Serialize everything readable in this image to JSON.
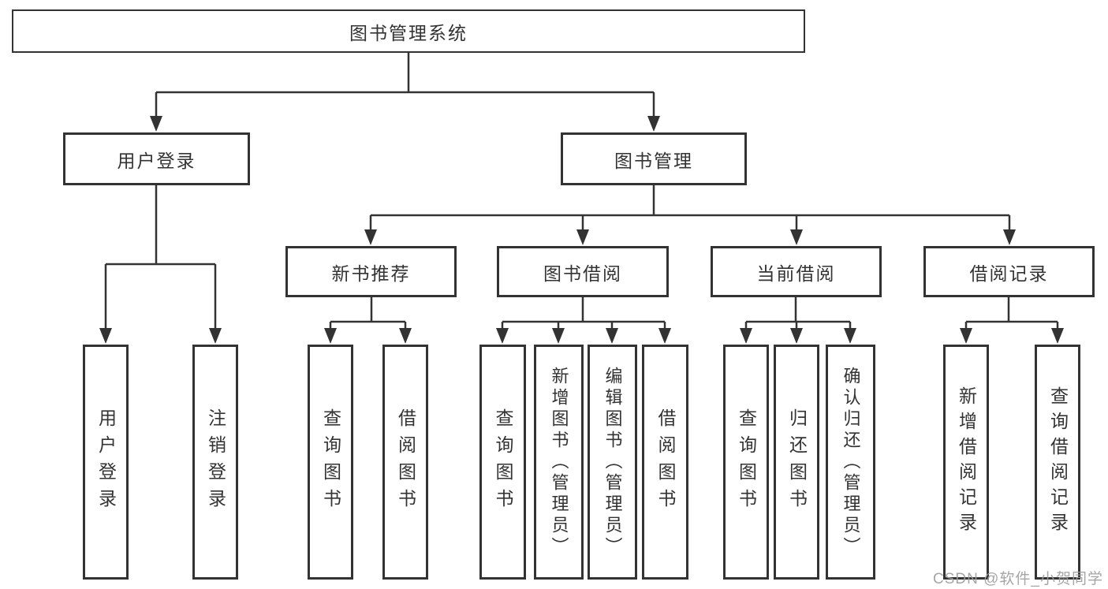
{
  "diagram_title": "图书管理系统",
  "tree": {
    "label": "图书管理系统",
    "children": [
      {
        "label": "用户登录",
        "children": [
          {
            "label": "用户登录"
          },
          {
            "label": "注销登录"
          }
        ]
      },
      {
        "label": "图书管理",
        "children": [
          {
            "label": "新书推荐",
            "children": [
              {
                "label": "查询图书"
              },
              {
                "label": "借阅图书"
              }
            ]
          },
          {
            "label": "图书借阅",
            "children": [
              {
                "label": "查询图书"
              },
              {
                "label": "新增图书（管理员）"
              },
              {
                "label": "编辑图书（管理员）"
              },
              {
                "label": "借阅图书"
              }
            ]
          },
          {
            "label": "当前借阅",
            "children": [
              {
                "label": "查询图书"
              },
              {
                "label": "归还图书"
              },
              {
                "label": "确认归还（管理员）"
              }
            ]
          },
          {
            "label": "借阅记录",
            "children": [
              {
                "label": "新增借阅记录"
              },
              {
                "label": "查询借阅记录"
              }
            ]
          }
        ]
      }
    ]
  },
  "watermark": {
    "text": "CSDN @软件_小贺同学",
    "color": "#9e9e9e"
  },
  "colors": {
    "line": "#333333",
    "border": "#333333",
    "text": "#333333",
    "background": "#ffffff"
  }
}
